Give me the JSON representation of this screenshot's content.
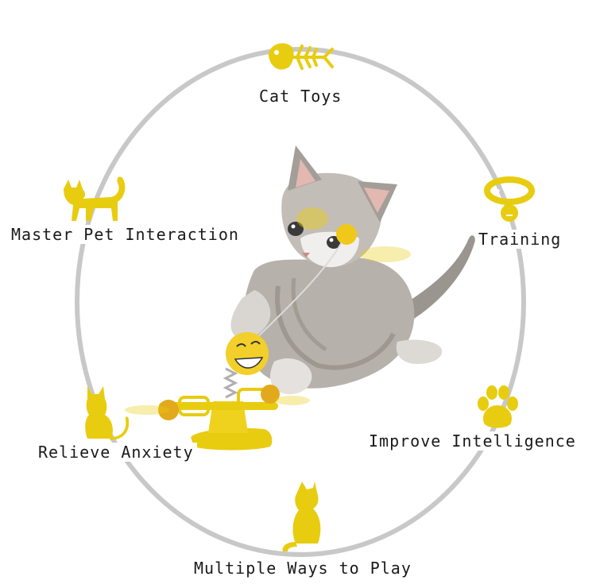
{
  "accent_color": "#e8cc10",
  "ring_color": "#c8c8c8",
  "features": [
    {
      "label": "Cat Toys",
      "icon": "fish-bone-icon"
    },
    {
      "label": "Master Pet Interaction",
      "icon": "walking-cat-icon"
    },
    {
      "label": "Training",
      "icon": "collar-bell-icon"
    },
    {
      "label": "Relieve Anxiety",
      "icon": "sitting-cat-icon"
    },
    {
      "label": "Improve Intelligence",
      "icon": "paw-print-icon"
    },
    {
      "label": "Multiple Ways to Play",
      "icon": "sitting-cat-back-icon"
    }
  ]
}
